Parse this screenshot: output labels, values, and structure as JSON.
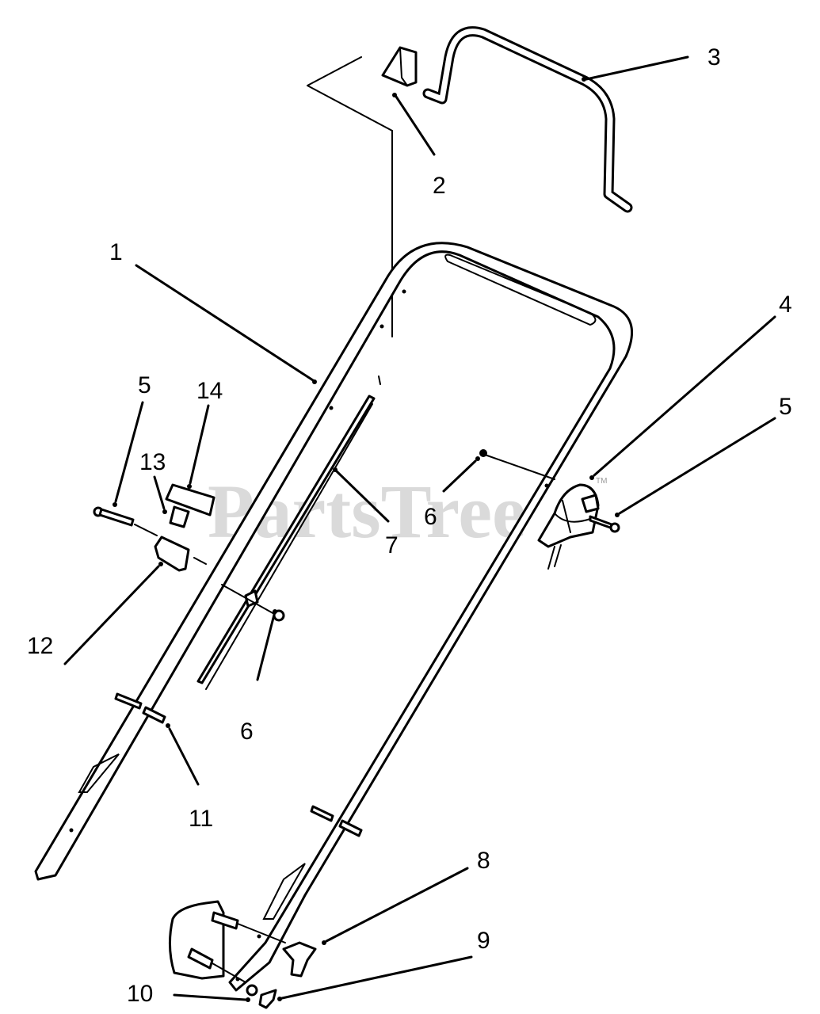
{
  "watermark": {
    "text": "PartsTree",
    "trademark": "TM"
  },
  "callouts": [
    "1",
    "2",
    "3",
    "4",
    "5",
    "5",
    "6",
    "6",
    "7",
    "8",
    "9",
    "10",
    "11",
    "12",
    "13",
    "14"
  ]
}
